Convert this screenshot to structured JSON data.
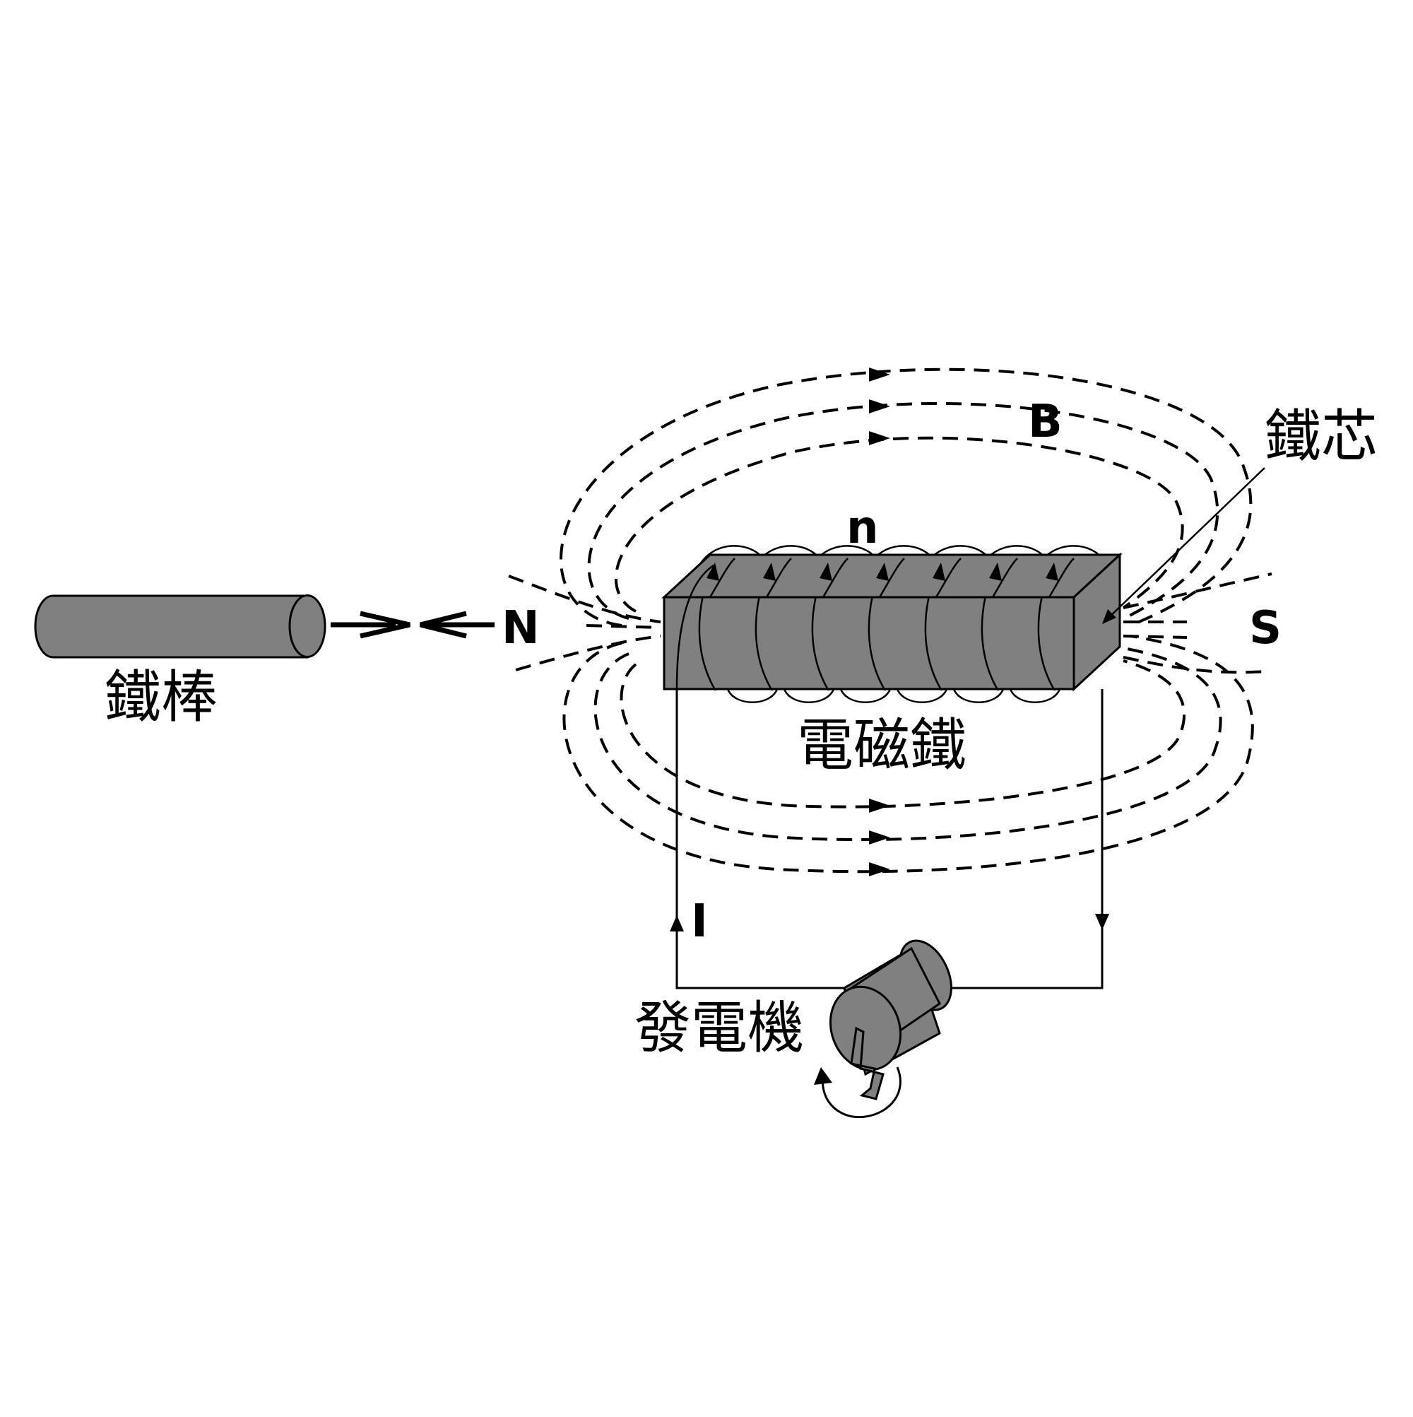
{
  "labels": {
    "iron_rod": "鐵棒",
    "electromagnet": "電磁鐵",
    "iron_core": "鐵芯",
    "generator": "發電機",
    "north": "N",
    "south": "S",
    "field": "B",
    "turns": "n",
    "current": "I"
  },
  "colors": {
    "body_fill": "#808080",
    "line": "#000000",
    "background": "#ffffff"
  },
  "icons": {
    "rotation": "rotation-arrow-icon",
    "attraction": "attraction-arrows-icon"
  }
}
